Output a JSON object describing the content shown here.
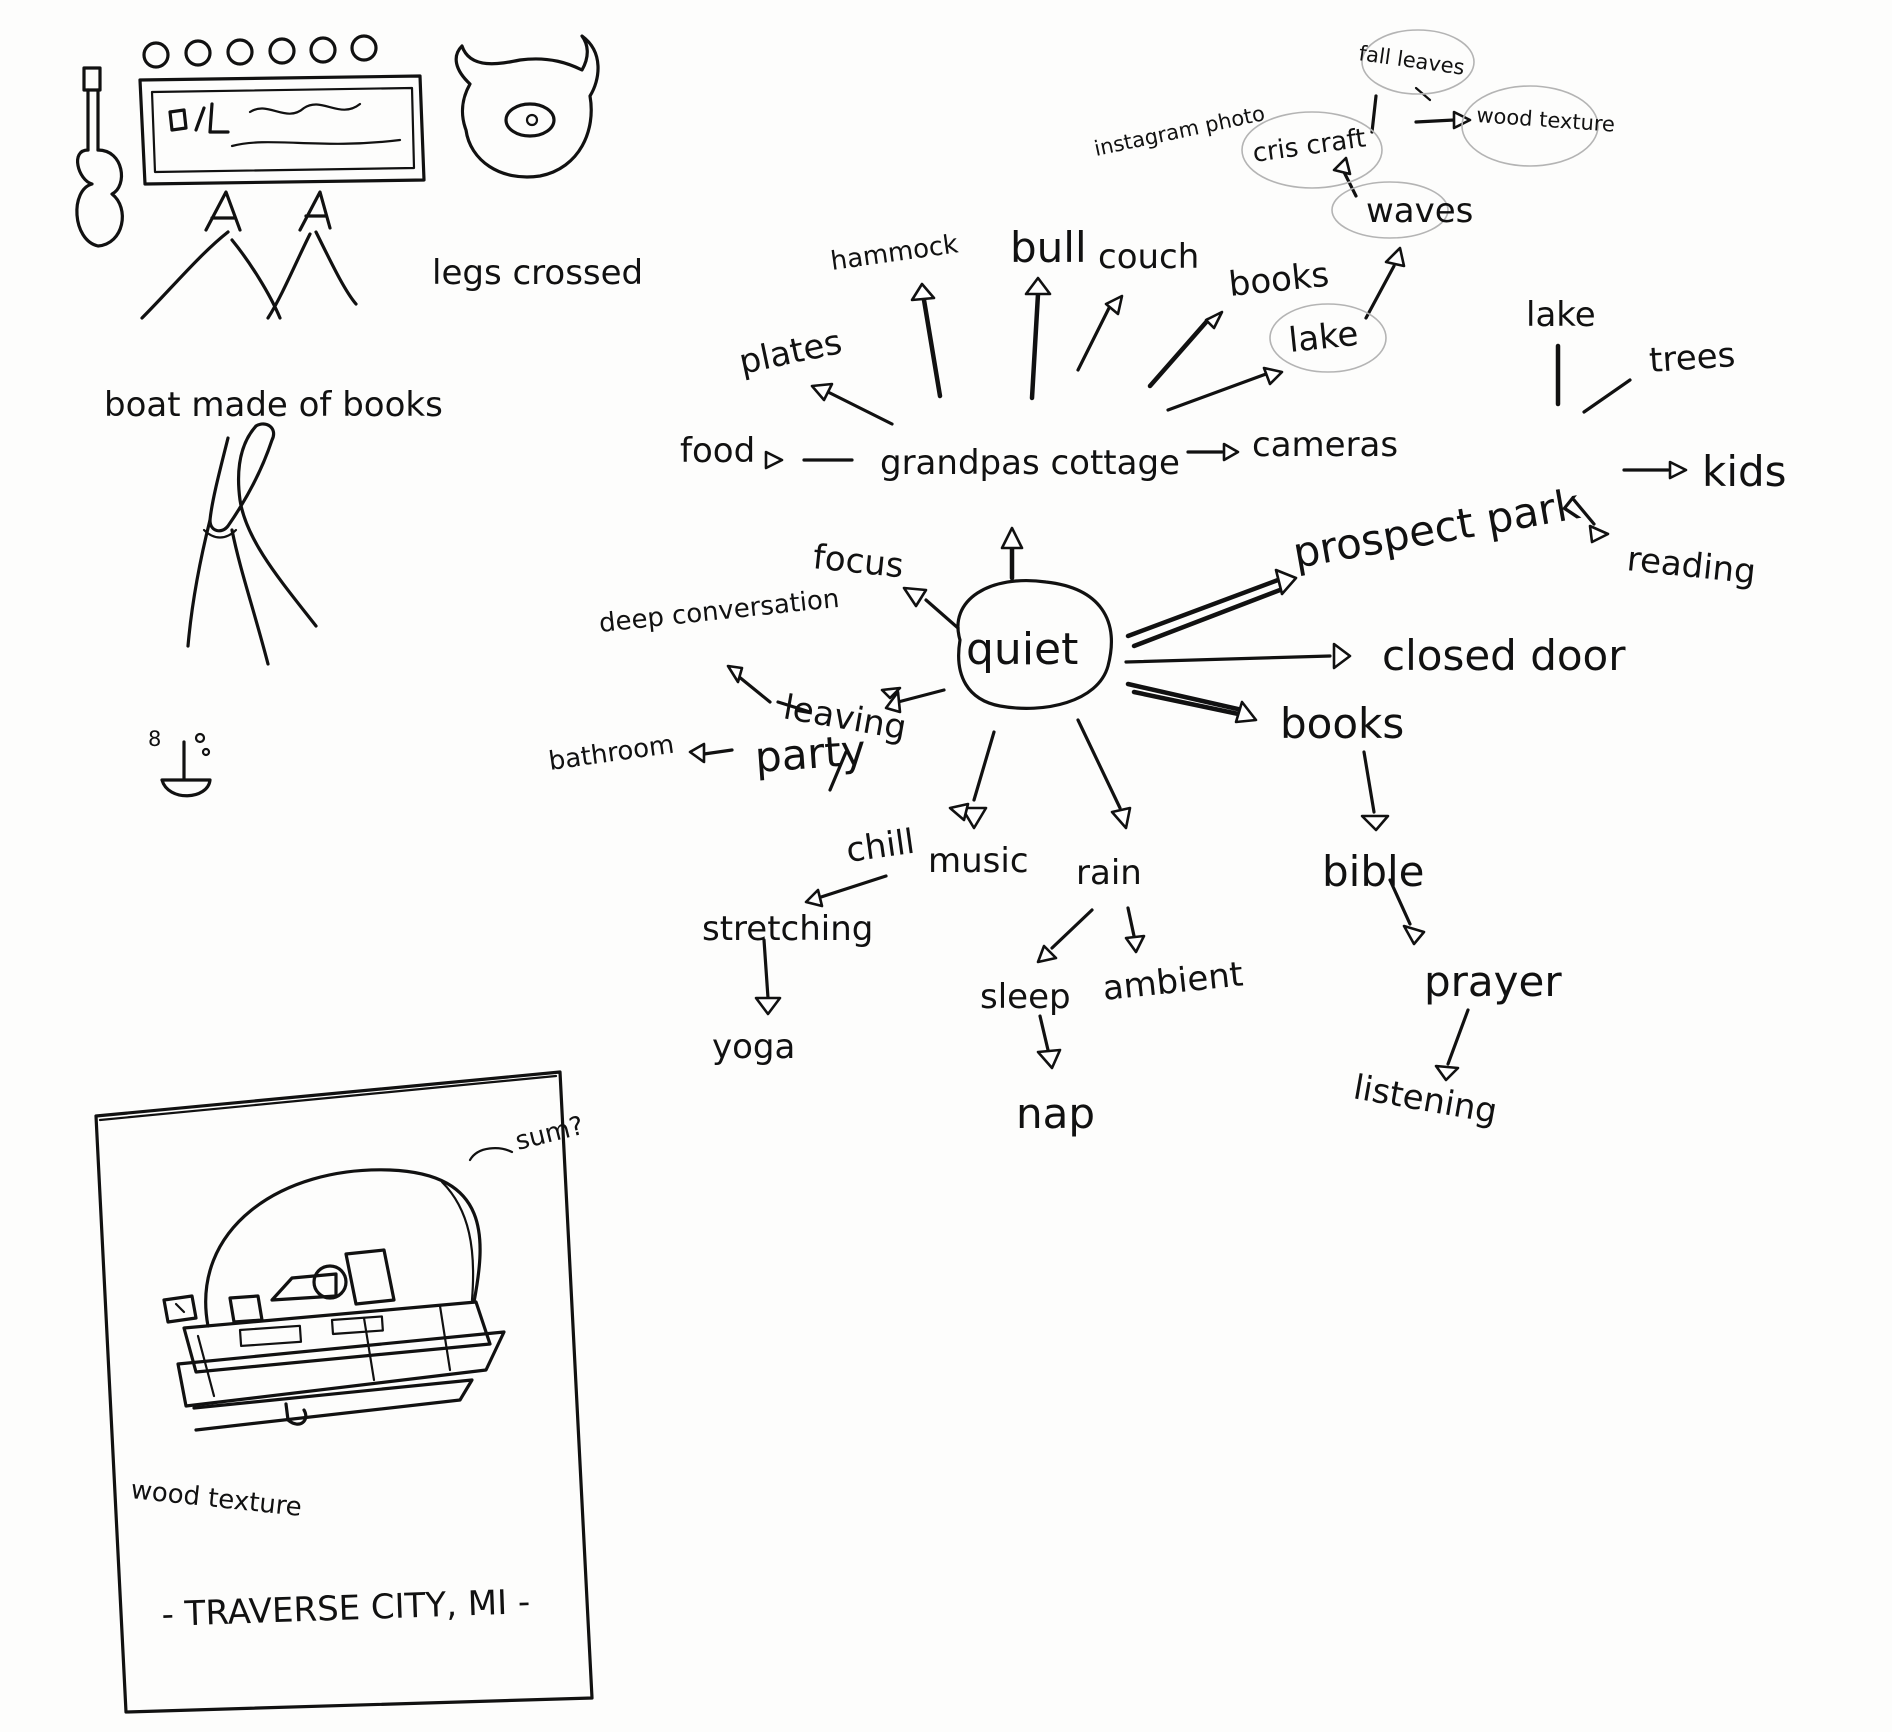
{
  "sketch_top": {
    "legs_label": "legs crossed"
  },
  "sketch_middle": {
    "boat_label": "boat made of books"
  },
  "mindmap": {
    "center": "quiet",
    "nodes": {
      "grandpas_cottage": "grandpas cottage",
      "food": "food",
      "plates": "plates",
      "hammock": "hammock",
      "bull": "bull",
      "couch": "couch",
      "books_top": "books",
      "lake_top": "lake",
      "waves": "waves",
      "cris_craft": "cris craft",
      "fall_leaves": "fall leaves",
      "wood_texture_top": "wood texture",
      "instagram_photo": "instagram photo",
      "cameras": "cameras",
      "prospect_park": "prospect park",
      "lake_right": "lake",
      "trees": "trees",
      "kids": "kids",
      "reading": "reading",
      "closed_door": "closed door",
      "books_right": "books",
      "bible": "bible",
      "prayer": "prayer",
      "listening": "listening",
      "focus": "focus",
      "deep_conversation": "deep conversation",
      "leaving": "leaving",
      "party": "party",
      "bathroom": "bathroom",
      "chill": "chill",
      "music": "music",
      "stretching": "stretching",
      "yoga": "yoga",
      "rain": "rain",
      "sleep": "sleep",
      "ambient": "ambient",
      "nap": "nap"
    }
  },
  "poster": {
    "question": "sum?",
    "wood_texture": "wood texture",
    "location": "- TRAVERSE CITY, MI -"
  }
}
